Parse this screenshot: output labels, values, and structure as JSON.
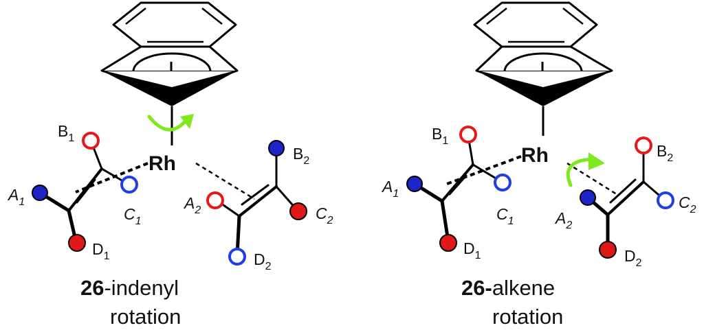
{
  "panels": [
    {
      "metal_label": "Rh",
      "caption": {
        "number": "26",
        "suffix": "-indenyl",
        "line2": "rotation"
      },
      "substituents": {
        "A1": {
          "letter": "A",
          "sub": "1"
        },
        "B1": {
          "letter": "B",
          "sub": "1"
        },
        "C1": {
          "letter": "C",
          "sub": "1"
        },
        "D1": {
          "letter": "D",
          "sub": "1"
        },
        "A2": {
          "letter": "A",
          "sub": "2"
        },
        "B2": {
          "letter": "B",
          "sub": "2"
        },
        "C2": {
          "letter": "C",
          "sub": "2"
        },
        "D2": {
          "letter": "D",
          "sub": "2"
        }
      }
    },
    {
      "metal_label": "Rh",
      "caption": {
        "number": "26-",
        "suffix": "alkene",
        "line2": "rotation"
      },
      "substituents": {
        "A1": {
          "letter": "A",
          "sub": "1"
        },
        "B1": {
          "letter": "B",
          "sub": "1"
        },
        "C1": {
          "letter": "C",
          "sub": "1"
        },
        "D1": {
          "letter": "D",
          "sub": "1"
        },
        "A2": {
          "letter": "A",
          "sub": "2"
        },
        "B2": {
          "letter": "B",
          "sub": "2"
        },
        "C2": {
          "letter": "C",
          "sub": "2"
        },
        "D2": {
          "letter": "D",
          "sub": "2"
        }
      }
    }
  ],
  "colors": {
    "filled_blue": "#1E24C8",
    "filled_red": "#E01818",
    "open_blue": "#1E3FE8",
    "open_red": "#E81818",
    "rotation_arrow": "#7FE81E",
    "bond": "#000000"
  },
  "icons": {
    "rotation": "curved-arrow-icon"
  }
}
